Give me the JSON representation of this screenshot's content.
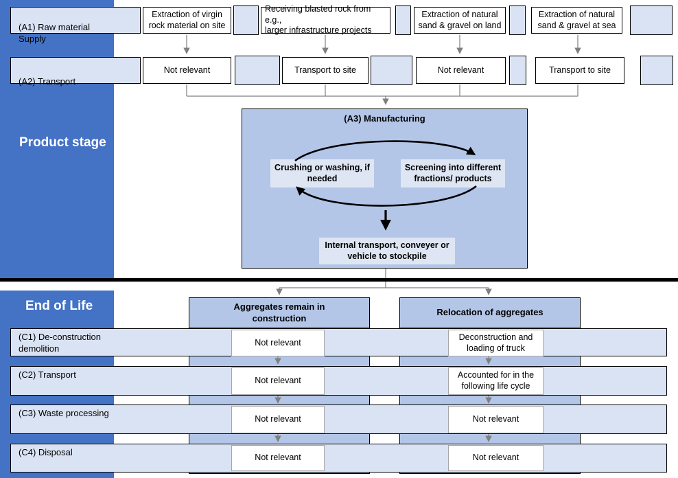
{
  "sections": {
    "product_stage": "Product stage",
    "end_of_life": "End of Life"
  },
  "product": {
    "a1": {
      "label": "(A1) Raw material\nSupply",
      "cells": [
        "Extraction of virgin\nrock material on site",
        "Receiving blasted rock from e.g.,\nlarger infrastructure projects",
        "Extraction of natural\nsand & gravel on land",
        "Extraction of natural\nsand & gravel at sea"
      ]
    },
    "a2": {
      "label": "(A2) Transport",
      "cells": [
        "Not relevant",
        "Transport to site",
        "Not relevant",
        "Transport to site"
      ]
    },
    "a3": {
      "title": "(A3) Manufacturing",
      "crushing": "Crushing or washing, if\nneeded",
      "screening": "Screening into different\nfractions/ products",
      "internal": "Internal transport, conveyer or\nvehicle to stockpile"
    }
  },
  "end_of_life": {
    "branches": [
      "Aggregates remain in\nconstruction",
      "Relocation of aggregates"
    ],
    "rows": [
      {
        "label": "(C1) De-construction\ndemolition",
        "branch1": "Not relevant",
        "branch2": "Deconstruction and\nloading of truck"
      },
      {
        "label": "(C2) Transport",
        "branch1": "Not relevant",
        "branch2": "Accounted for in the\nfollowing life cycle"
      },
      {
        "label": "(C3) Waste processing",
        "branch1": "Not relevant",
        "branch2": "Not relevant"
      },
      {
        "label": "(C4) Disposal",
        "branch1": "Not relevant",
        "branch2": "Not relevant"
      }
    ]
  },
  "colors": {
    "sidebar_blue": "#4472C4",
    "row_light_blue": "#DAE3F3",
    "box_medium_blue": "#B4C6E7",
    "inner_light_blue": "#DEE6F4",
    "arrow_gray": "#7F7F7F",
    "divider_black": "#000000"
  }
}
